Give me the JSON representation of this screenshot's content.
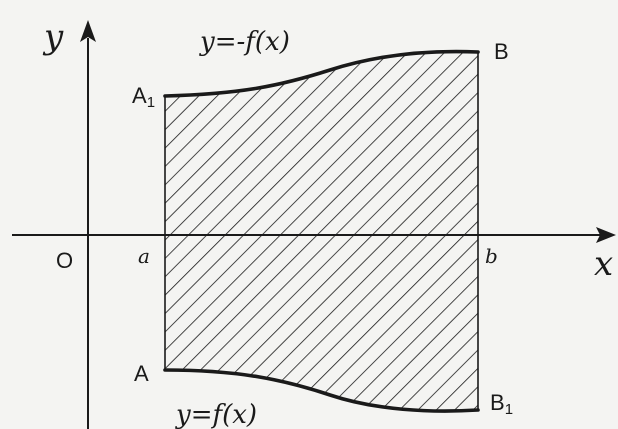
{
  "axes": {
    "x_label": "x",
    "y_label": "y",
    "origin_label": "O"
  },
  "bounds": {
    "left_label": "a",
    "right_label": "b"
  },
  "points": {
    "A1": {
      "letter": "A",
      "sub": "1"
    },
    "A": {
      "letter": "A"
    },
    "B": {
      "letter": "B"
    },
    "B1": {
      "letter": "B",
      "sub": "1"
    }
  },
  "curves": {
    "upper_label": "y=-f(x)",
    "lower_label": "y=f(x)"
  },
  "colors": {
    "ink": "#1a1a1a",
    "background": "#f4f4f2"
  }
}
